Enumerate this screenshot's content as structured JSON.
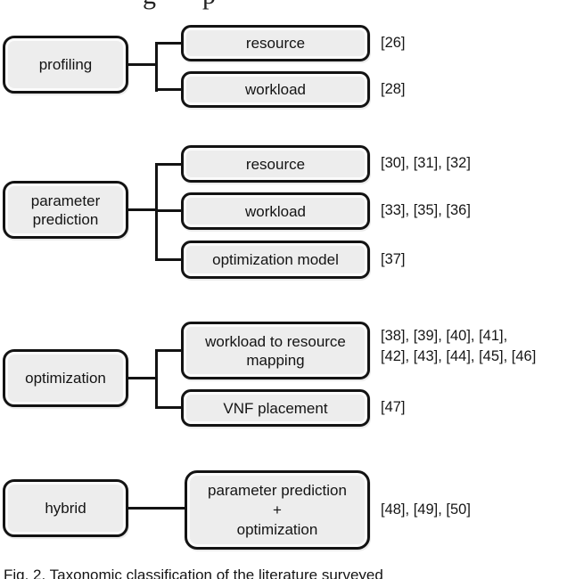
{
  "fragment": {
    "glyph_left": "g",
    "glyph_right": "p"
  },
  "caption": "Fig. 2. Taxonomic classification of the literature surveyed",
  "tree": {
    "groups": [
      {
        "parent": "profiling",
        "children": [
          {
            "label": "resource",
            "refs": "[26]"
          },
          {
            "label": "workload",
            "refs": "[28]"
          }
        ]
      },
      {
        "parent": "parameter\nprediction",
        "children": [
          {
            "label": "resource",
            "refs": "[30], [31], [32]"
          },
          {
            "label": "workload",
            "refs": "[33], [35], [36]"
          },
          {
            "label": "optimization model",
            "refs": "[37]"
          }
        ]
      },
      {
        "parent": "optimization",
        "children": [
          {
            "label": "workload to resource\nmapping",
            "refs": "[38], [39], [40], [41],\n[42], [43], [44], [45], [46]"
          },
          {
            "label": "VNF placement",
            "refs": "[47]"
          }
        ]
      },
      {
        "parent": "hybrid",
        "children": [
          {
            "label": "parameter prediction\n+\noptimization",
            "refs": "[48], [49], [50]"
          }
        ]
      }
    ]
  }
}
